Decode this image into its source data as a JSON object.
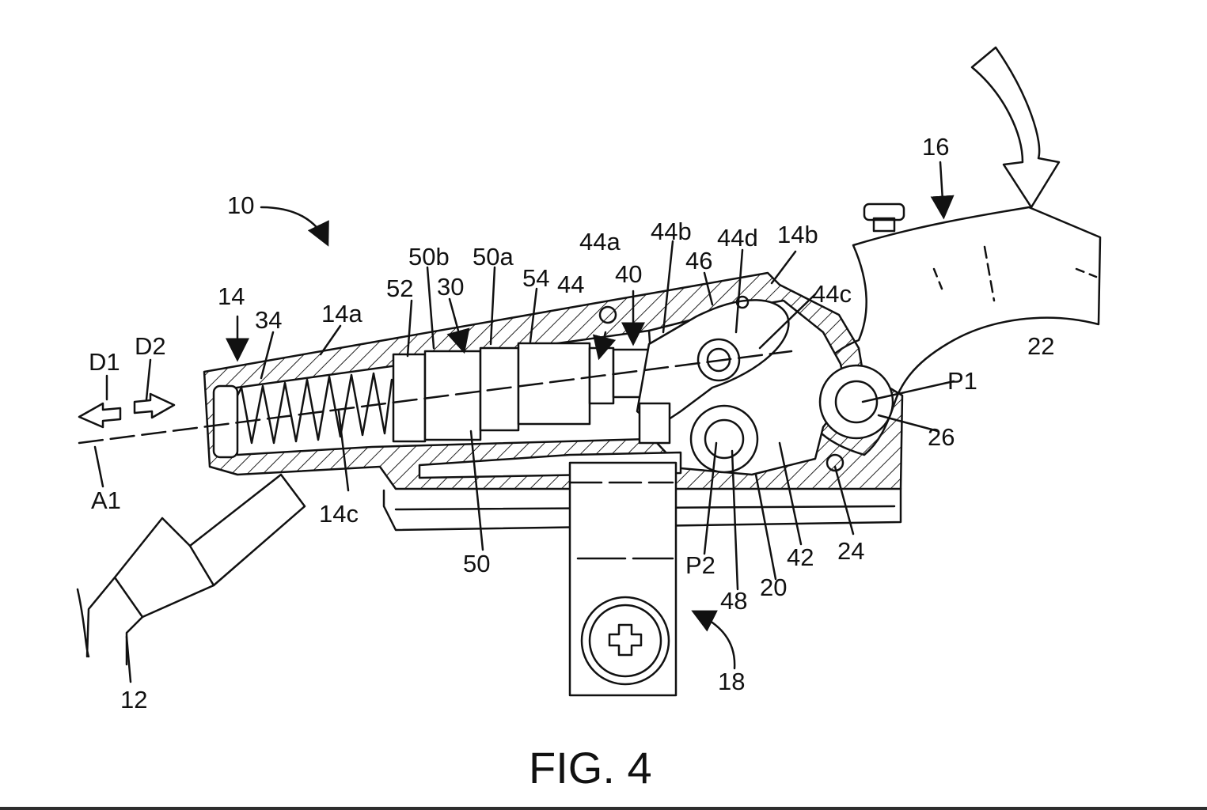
{
  "figure": {
    "caption": "FIG. 4",
    "labels": {
      "l10": "10",
      "l12": "12",
      "l14": "14",
      "l14a": "14a",
      "l14b": "14b",
      "l14c": "14c",
      "l16": "16",
      "l18": "18",
      "l20": "20",
      "l22": "22",
      "l24": "24",
      "l26": "26",
      "l30": "30",
      "l34": "34",
      "l40": "40",
      "l42": "42",
      "l44": "44",
      "l44a": "44a",
      "l44b": "44b",
      "l44c": "44c",
      "l44d": "44d",
      "l46": "46",
      "l48": "48",
      "l50": "50",
      "l50a": "50a",
      "l50b": "50b",
      "l52": "52",
      "l54": "54",
      "A1": "A1",
      "D1": "D1",
      "D2": "D2",
      "P1": "P1",
      "P2": "P2"
    }
  }
}
